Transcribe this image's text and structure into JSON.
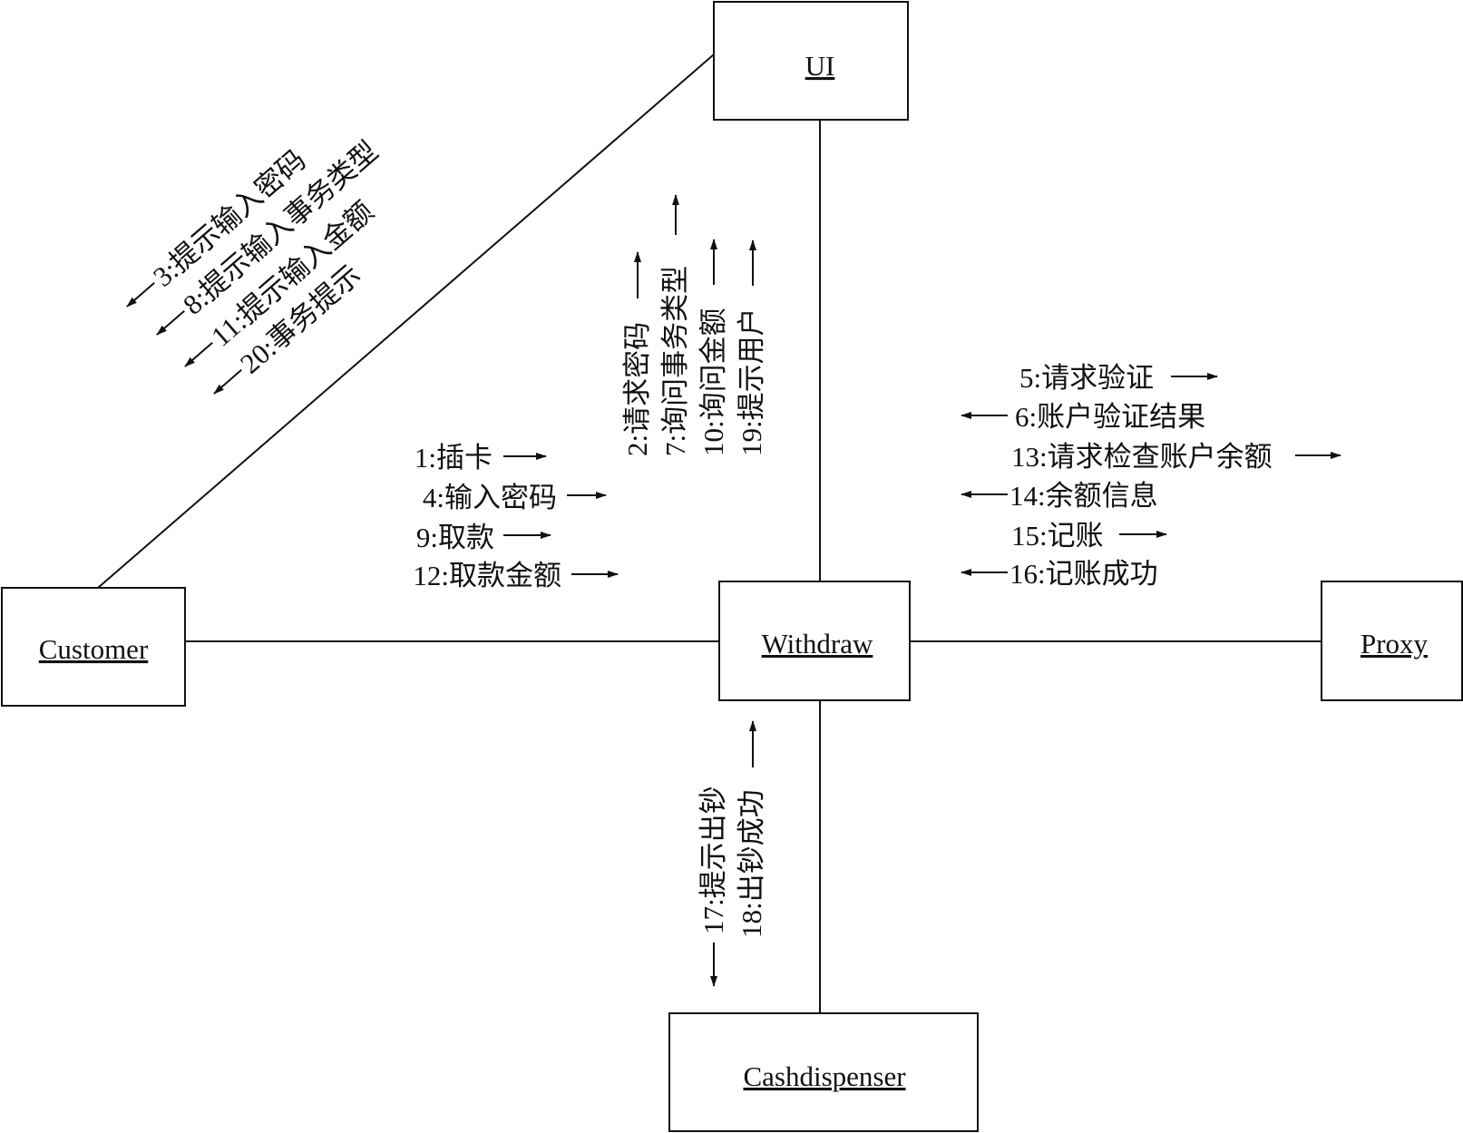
{
  "objects": {
    "ui": "UI",
    "customer": "Customer",
    "withdraw": "Withdraw",
    "proxy": "Proxy",
    "cashdispenser": "Cashdispenser"
  },
  "messages": {
    "to_customer": [
      "3:提示输入密码",
      "8:提示输入事务类型",
      "11:提示输入金额",
      "20:事务提示"
    ],
    "customer_to_withdraw": [
      "1:插卡",
      "4:输入密码",
      "9:取款",
      "12:取款金额"
    ],
    "withdraw_to_ui": [
      "2:请求密码",
      "7:询问事务类型",
      "10:询问金额",
      "19:提示用户"
    ],
    "withdraw_proxy": [
      "5:请求验证",
      "6:账户验证结果",
      "13:请求检查账户余额",
      "14:余额信息",
      "15:记账",
      "16:记账成功"
    ],
    "withdraw_cash": [
      "17:提示出钞",
      "18:出钞成功"
    ]
  }
}
